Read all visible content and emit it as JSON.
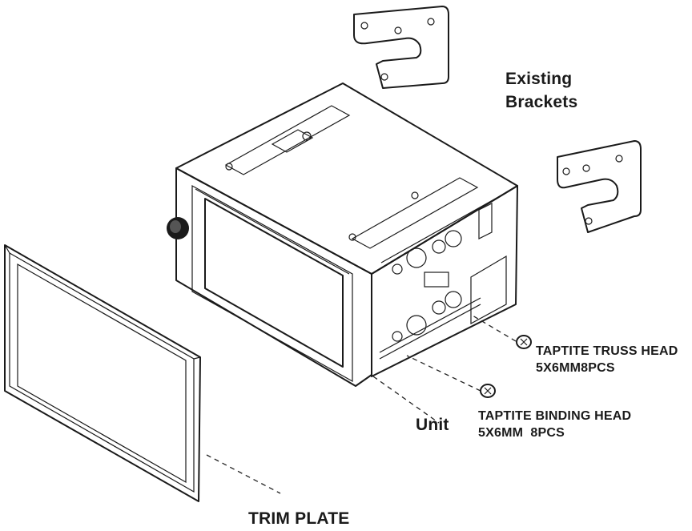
{
  "labels": {
    "existing_brackets_line1": "Existing",
    "existing_brackets_line2": "Brackets",
    "truss_head_line1": "TAPTITE TRUSS HEAD",
    "truss_head_line2": "5X6MM8PCS",
    "binding_head_line1": "TAPTITE BINDING HEAD",
    "binding_head_line2": "5X6MM  8PCS",
    "unit": "Unit",
    "trim_plate": "TRIM PLATE"
  },
  "colors": {
    "line": "#1a1a1a",
    "background": "#ffffff"
  }
}
